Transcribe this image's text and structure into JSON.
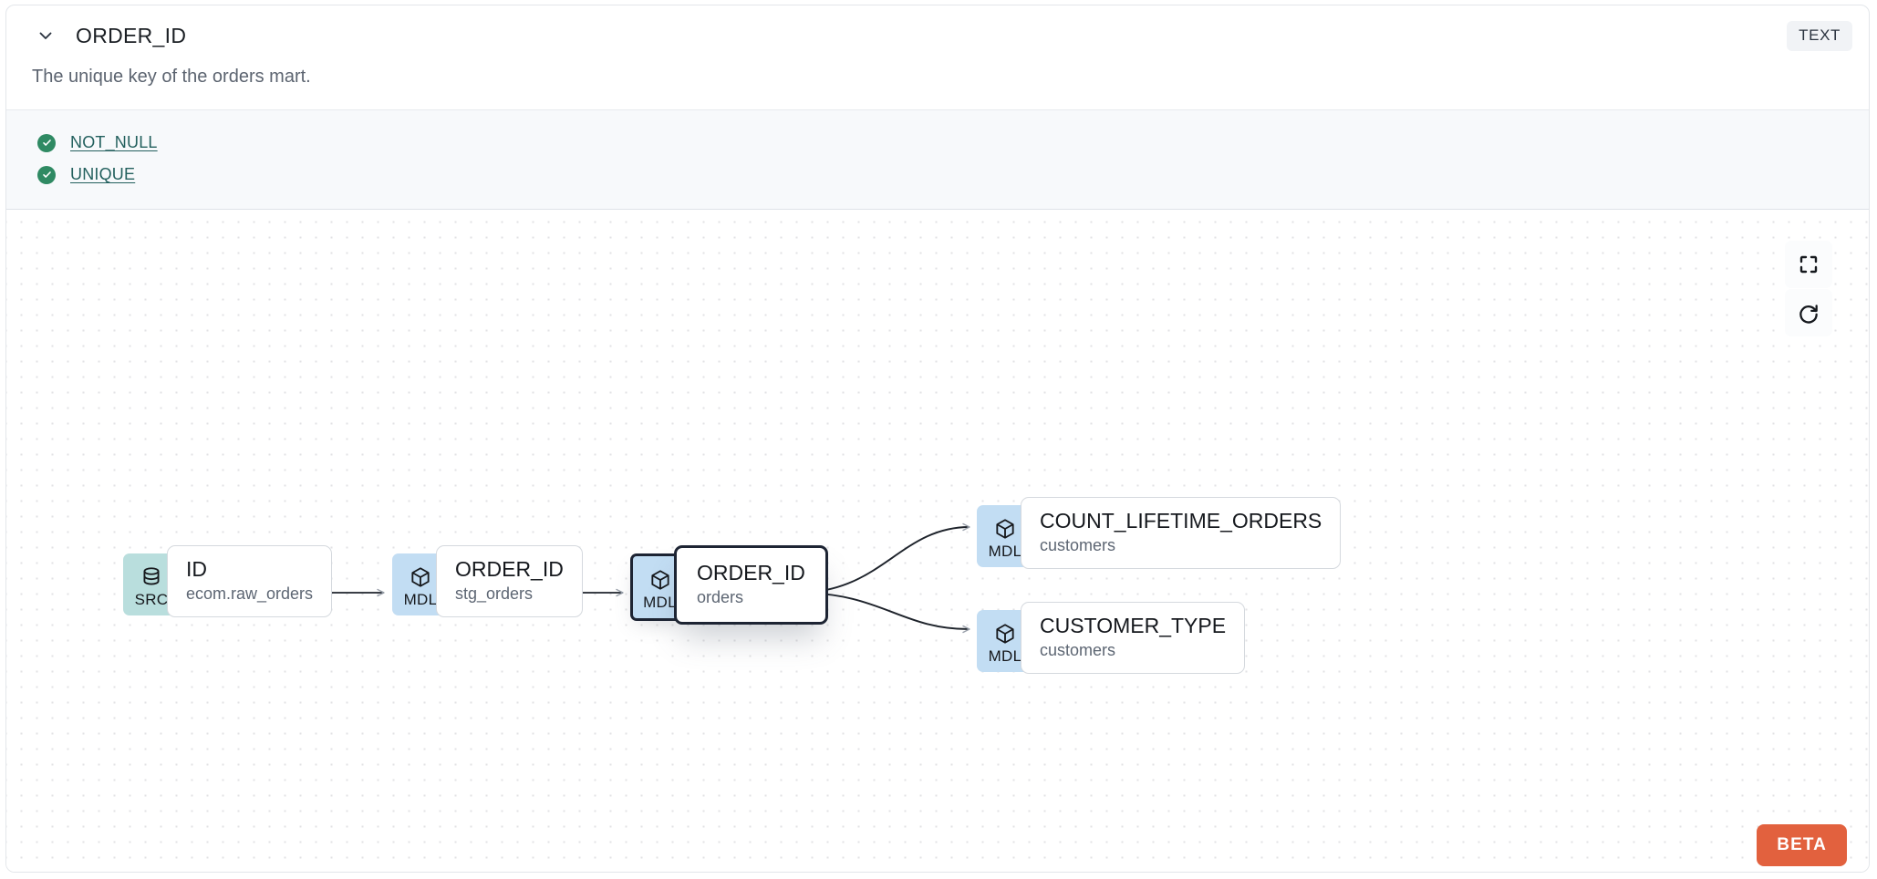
{
  "header": {
    "column_name": "ORDER_ID",
    "data_type": "TEXT",
    "collapse_icon": "chevron-down-icon",
    "description": "The unique key of the orders mart."
  },
  "tests": [
    {
      "name": "NOT_NULL",
      "status": "passed",
      "status_icon": "check-circle-icon"
    },
    {
      "name": "UNIQUE",
      "status": "passed",
      "status_icon": "check-circle-icon"
    }
  ],
  "lineage": {
    "nodes": [
      {
        "id": "src-id",
        "badge": "SRC",
        "badge_icon": "database-icon",
        "name": "ID",
        "resource": "ecom.raw_orders",
        "selected": false
      },
      {
        "id": "stg-order-id",
        "badge": "MDL",
        "badge_icon": "cube-icon",
        "name": "ORDER_ID",
        "resource": "stg_orders",
        "selected": false
      },
      {
        "id": "orders-order-id",
        "badge": "MDL",
        "badge_icon": "cube-icon",
        "name": "ORDER_ID",
        "resource": "orders",
        "selected": true
      },
      {
        "id": "count-lifetime",
        "badge": "MDL",
        "badge_icon": "cube-icon",
        "name": "COUNT_LIFETIME_ORDERS",
        "resource": "customers",
        "selected": false
      },
      {
        "id": "customer-type",
        "badge": "MDL",
        "badge_icon": "cube-icon",
        "name": "CUSTOMER_TYPE",
        "resource": "customers",
        "selected": false
      }
    ],
    "edges": [
      {
        "from": "src-id",
        "to": "stg-order-id"
      },
      {
        "from": "stg-order-id",
        "to": "orders-order-id"
      },
      {
        "from": "orders-order-id",
        "to": "count-lifetime"
      },
      {
        "from": "orders-order-id",
        "to": "customer-type"
      }
    ],
    "controls": [
      {
        "name": "fit-view",
        "icon": "fullscreen-icon"
      },
      {
        "name": "reset",
        "icon": "refresh-icon"
      }
    ],
    "beta_label": "BETA"
  },
  "colors": {
    "src_badge": "#b9dedd",
    "mdl_badge": "#c2ddf3",
    "test_pass": "#2f8a63",
    "test_link": "#23605e",
    "beta": "#e2613e",
    "selected_border": "#1d2433"
  }
}
